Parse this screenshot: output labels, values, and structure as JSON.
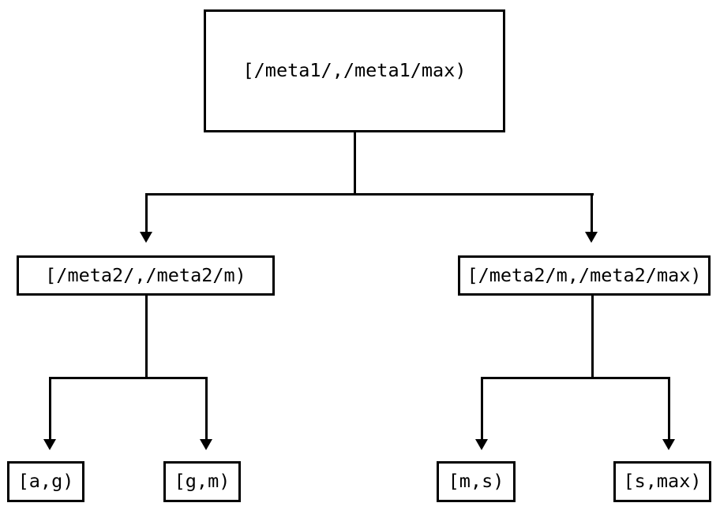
{
  "diagram": {
    "type": "tree",
    "orientation": "top-down",
    "background_color": "#ffffff",
    "line_color": "#000000",
    "text_color": "#000000",
    "levels": 3,
    "root": {
      "label": "[/meta1/,/meta1/max)"
    },
    "level2": [
      {
        "label": "[/meta2/,/meta2/m)"
      },
      {
        "label": "[/meta2/m,/meta2/max)"
      }
    ],
    "leaves": [
      {
        "label": "[a,g)"
      },
      {
        "label": "[g,m)"
      },
      {
        "label": "[m,s)"
      },
      {
        "label": "[s,max)"
      }
    ]
  }
}
